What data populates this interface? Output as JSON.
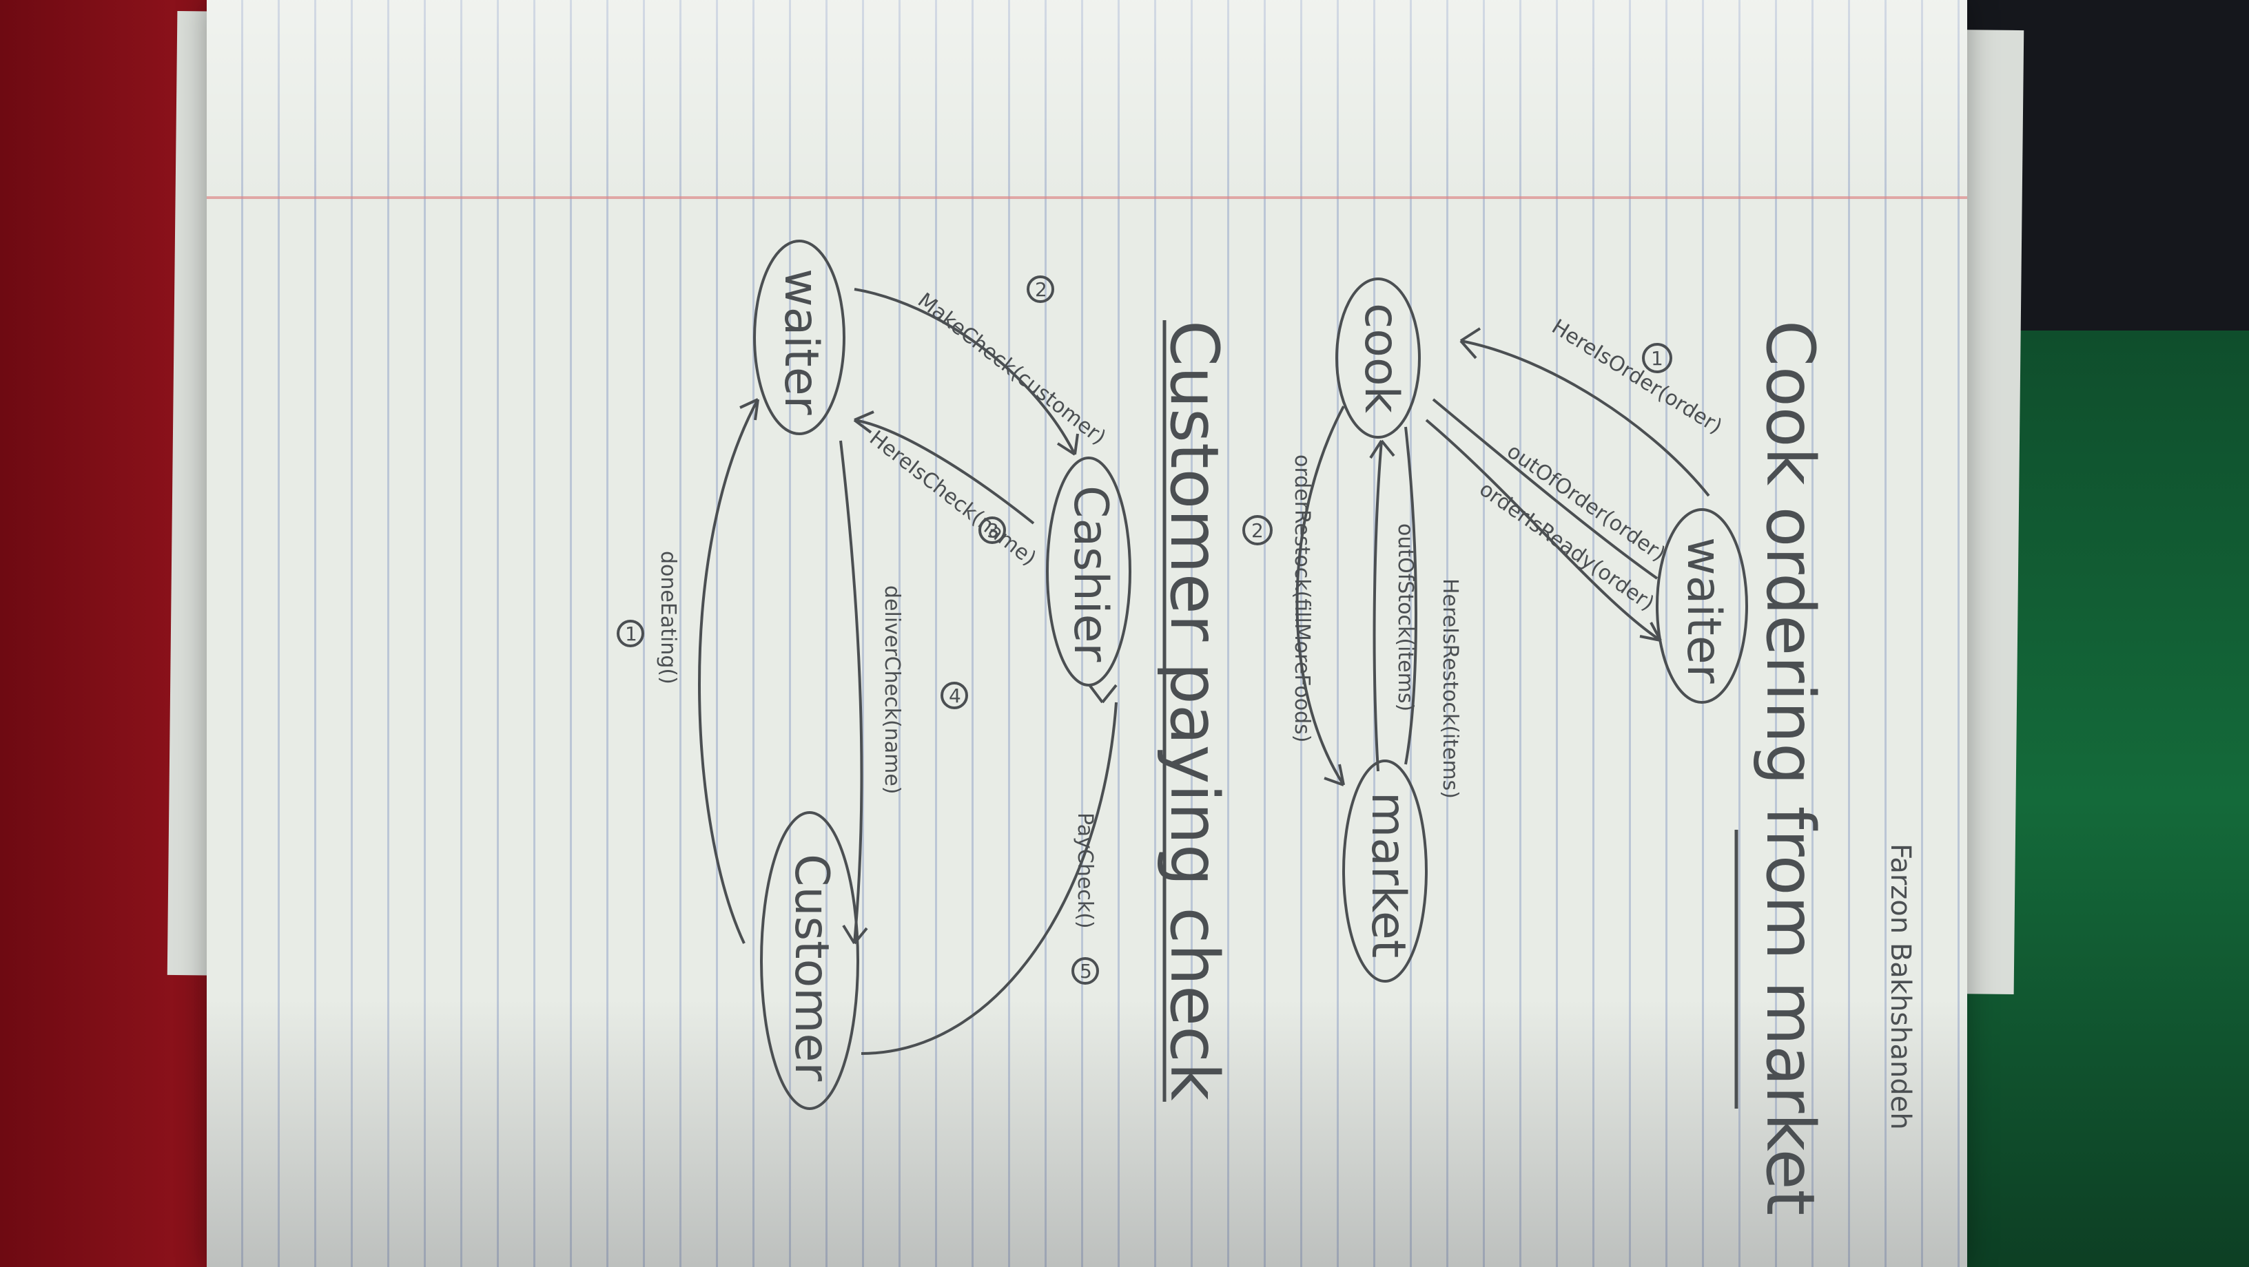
{
  "author": "Farzon Bakhshandeh",
  "section_1": {
    "title": "Cook ordering from market",
    "nodes": {
      "waiter": "waiter",
      "cook": "cook",
      "market": "market"
    },
    "messages": {
      "here_is_order": "HereIsOrder(order)",
      "out_of_order": "outOfOrder(order)",
      "order_is_ready": "orderIsReady(order)",
      "here_is_restock": "HereIsRestock(items)",
      "out_of_stock": "outOfStock(items)",
      "order_restock": "orderRestock(fillMoreFoods)"
    },
    "step_numbers": [
      "1",
      "2"
    ]
  },
  "section_2": {
    "title": "Customer paying check",
    "nodes": {
      "waiter": "waiter",
      "cashier": "Cashier",
      "customer": "Customer"
    },
    "messages": {
      "make_check": "MakeCheck(customer)",
      "here_is_check": "HereIsCheck(name)",
      "deliver_check": "deliverCheck(name)",
      "pay_check": "PayCheck()",
      "done_eating": "doneEating()"
    },
    "step_numbers": [
      "2",
      "3",
      "4",
      "5",
      "1"
    ]
  }
}
